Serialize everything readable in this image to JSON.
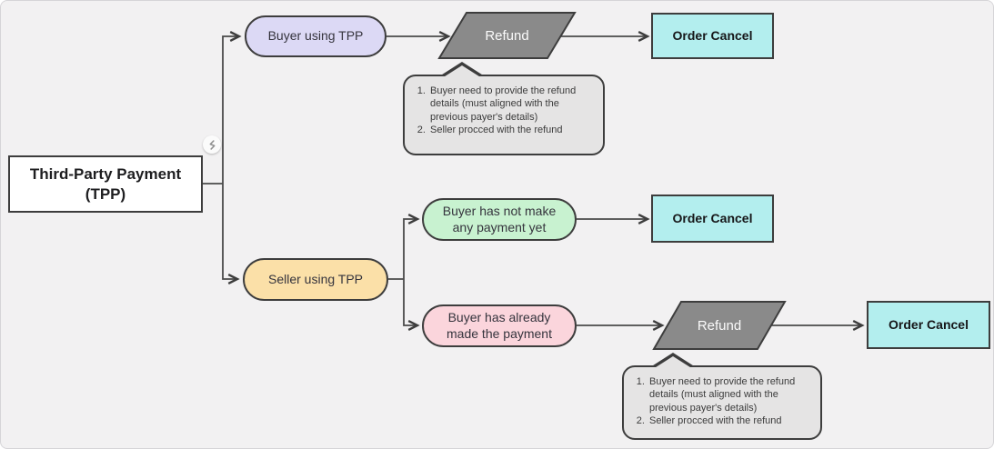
{
  "diagram": {
    "type": "flowchart",
    "root": {
      "label": "Third-Party Payment (TPP)"
    },
    "badge": {
      "icon": "lightning-icon"
    },
    "nodes": {
      "buyer_tpp": {
        "label": "Buyer using TPP",
        "shape": "stadium",
        "color": "#dcd9f5"
      },
      "seller_tpp": {
        "label": "Seller using TPP",
        "shape": "stadium",
        "color": "#fbe0a8"
      },
      "no_payment": {
        "label": "Buyer has not make any payment yet",
        "shape": "stadium",
        "color": "#c8f2d0"
      },
      "paid": {
        "label": "Buyer has already made the payment",
        "shape": "stadium",
        "color": "#fbd5dc"
      },
      "refund_1": {
        "label": "Refund",
        "shape": "parallelogram",
        "color": "#8a8a8a"
      },
      "refund_2": {
        "label": "Refund",
        "shape": "parallelogram",
        "color": "#8a8a8a"
      },
      "order_cancel_1": {
        "label": "Order Cancel",
        "shape": "rectangle",
        "color": "#b3eeee"
      },
      "order_cancel_2": {
        "label": "Order Cancel",
        "shape": "rectangle",
        "color": "#b3eeee"
      },
      "order_cancel_3": {
        "label": "Order Cancel",
        "shape": "rectangle",
        "color": "#b3eeee"
      }
    },
    "notes": {
      "refund_steps": [
        "Buyer need to provide the refund details (must aligned with the previous payer's details)",
        "Seller procced with the refund"
      ]
    },
    "edges": [
      {
        "from": "root",
        "to": "buyer_tpp"
      },
      {
        "from": "root",
        "to": "seller_tpp"
      },
      {
        "from": "buyer_tpp",
        "to": "refund_1"
      },
      {
        "from": "refund_1",
        "to": "order_cancel_1"
      },
      {
        "from": "seller_tpp",
        "to": "no_payment"
      },
      {
        "from": "seller_tpp",
        "to": "paid"
      },
      {
        "from": "no_payment",
        "to": "order_cancel_2"
      },
      {
        "from": "paid",
        "to": "refund_2"
      },
      {
        "from": "refund_2",
        "to": "order_cancel_3"
      },
      {
        "from": "refund_1",
        "to": "note_refund_steps_1"
      },
      {
        "from": "refund_2",
        "to": "note_refund_steps_2"
      }
    ],
    "colors": {
      "canvas_bg": "#f2f1f2",
      "line": "#4a4a4a",
      "node_border": "#3d3d3d",
      "lavender": "#dcd9f5",
      "orange": "#fbe0a8",
      "green": "#c8f2d0",
      "pink": "#fbd5dc",
      "cyan": "#b3eeee",
      "gray_shape": "#8a8a8a",
      "note_bg": "#e5e4e4"
    }
  }
}
